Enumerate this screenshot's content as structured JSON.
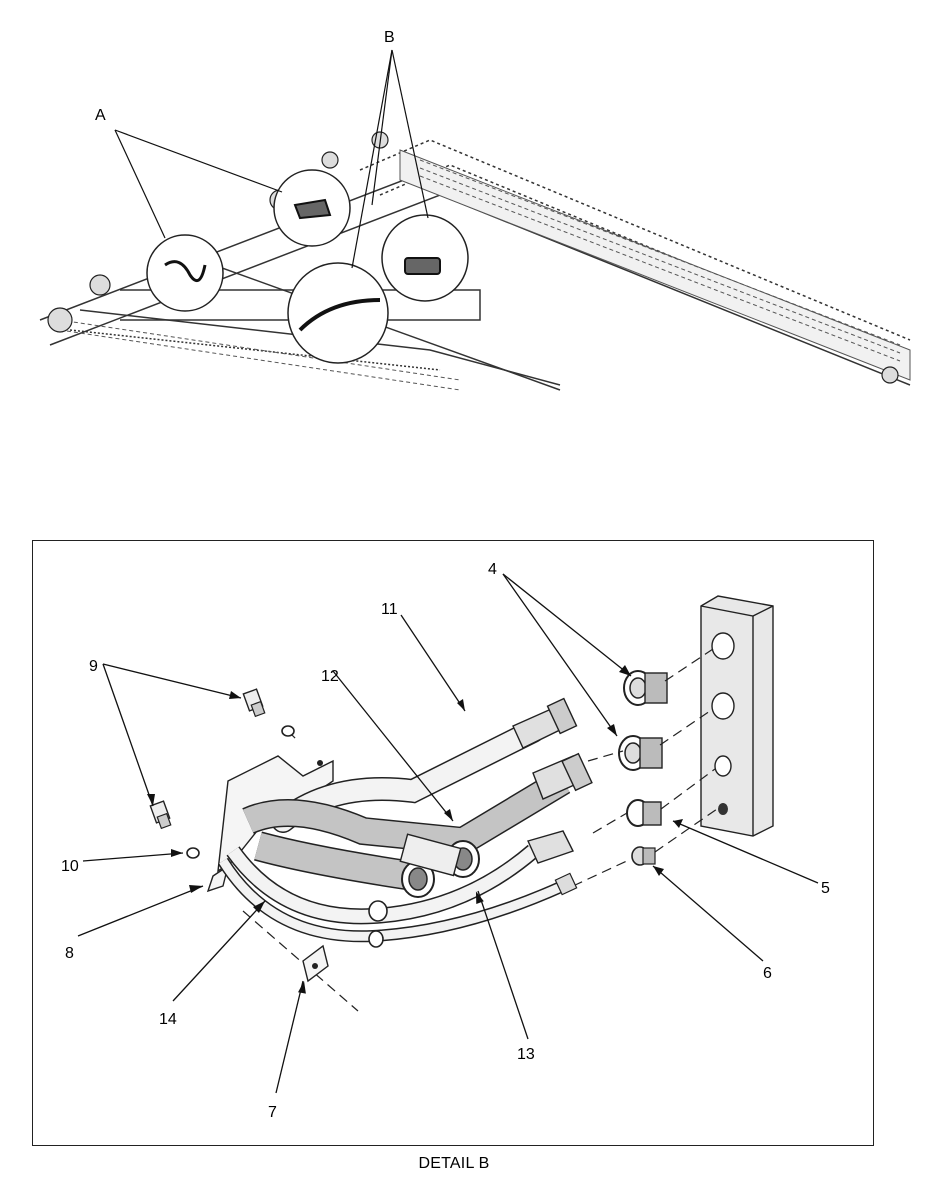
{
  "overview": {
    "callouts": [
      {
        "id": "A",
        "text": "A"
      },
      {
        "id": "B",
        "text": "B"
      }
    ]
  },
  "detail": {
    "caption": "DETAIL B",
    "callouts": [
      "4",
      "5",
      "6",
      "7",
      "8",
      "9",
      "10",
      "11",
      "12",
      "13",
      "14"
    ]
  }
}
